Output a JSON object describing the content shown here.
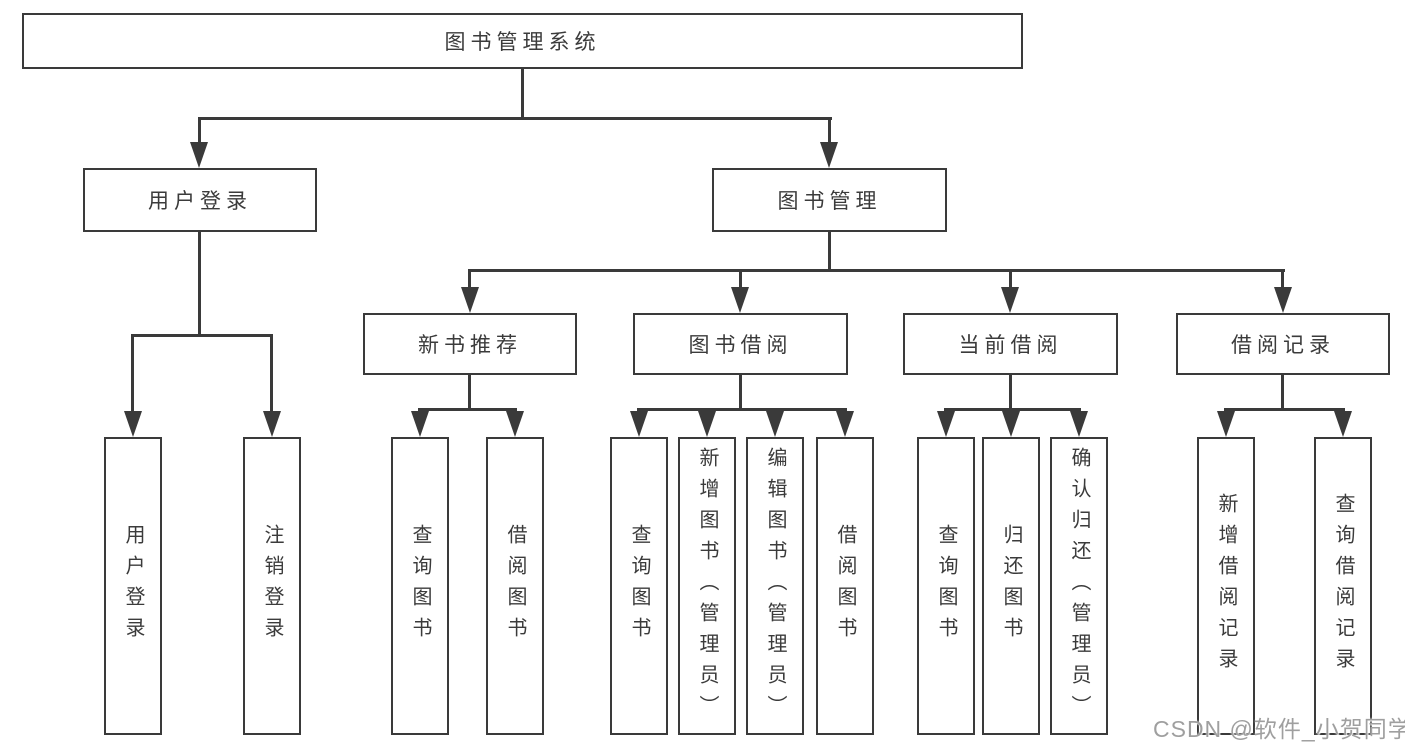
{
  "tree": {
    "label": "图书管理系统",
    "children": [
      {
        "label": "用户登录",
        "children": [
          {
            "label": "用户登录"
          },
          {
            "label": "注销登录"
          }
        ]
      },
      {
        "label": "图书管理",
        "children": [
          {
            "label": "新书推荐",
            "children": [
              {
                "label": "查询图书"
              },
              {
                "label": "借阅图书"
              }
            ]
          },
          {
            "label": "图书借阅",
            "children": [
              {
                "label": "查询图书"
              },
              {
                "label": "新增图书（管理员）"
              },
              {
                "label": "编辑图书（管理员）"
              },
              {
                "label": "借阅图书"
              }
            ]
          },
          {
            "label": "当前借阅",
            "children": [
              {
                "label": "查询图书"
              },
              {
                "label": "归还图书"
              },
              {
                "label": "确认归还（管理员）"
              }
            ]
          },
          {
            "label": "借阅记录",
            "children": [
              {
                "label": "新增借阅记录"
              },
              {
                "label": "查询借阅记录"
              }
            ]
          }
        ]
      }
    ]
  },
  "watermark": {
    "text": "CSDN @软件_小贺同学"
  },
  "colors": {
    "line": "#3a3a3a",
    "text": "#3b3b3b",
    "watermark": "#9f9f9f",
    "background": "#ffffff"
  }
}
